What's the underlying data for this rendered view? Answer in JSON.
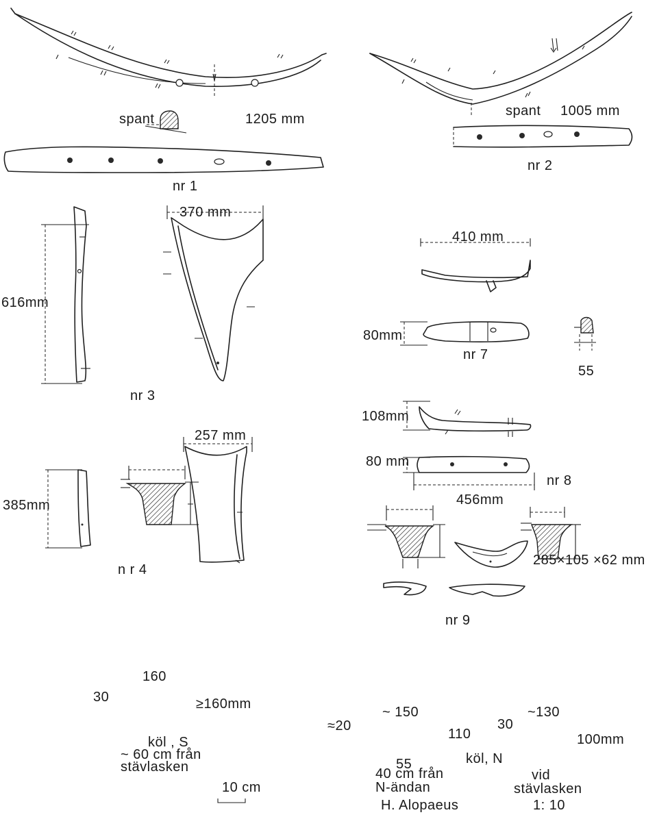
{
  "labels": {
    "spant1_caption": "spant",
    "spant1_length": "1205 mm",
    "nr1": "nr 1",
    "spant2_caption": "spant",
    "spant2_length": "1005 mm",
    "nr2": "nr 2",
    "nr3_width": "370 mm",
    "nr3_height": "616mm",
    "nr3": "nr   3",
    "nr4_width": "257 mm",
    "nr4_height": "385mm",
    "nr4": "n r    4",
    "nr7_width": "410 mm",
    "nr7_height": "80mm",
    "nr7": "nr  7",
    "nr7_section": "55",
    "nr8_height_top": "108mm",
    "nr8_height_bottom": "80 mm",
    "nr8_length": "456mm",
    "nr8": "nr 8",
    "nr9_dims": "285×105 ×62 mm",
    "nr9": "nr 9",
    "kol_s_top": "160",
    "kol_s_flange": "30",
    "kol_s_depth": "≥160mm",
    "kol_s_name": "köl , S",
    "kol_s_dist1": "~ 60 cm från",
    "kol_s_dist2": "stävlasken",
    "scale_bar": "10 cm",
    "kol_n1_top": "~ 150",
    "kol_n1_flange": "≈20",
    "kol_n1_depth": "110",
    "kol_n1_bottom": "55",
    "kol_n_name": "köl, N",
    "kol_n1_dist1": "40 cm från",
    "kol_n1_dist2": "N-ändan",
    "author": "H. Alopaeus",
    "kol_n2_top": "~130",
    "kol_n2_flange": "30",
    "kol_n2_depth": "100mm",
    "kol_n2_loc1": "vid",
    "kol_n2_loc2": "stävlasken",
    "scale": "1: 10"
  }
}
